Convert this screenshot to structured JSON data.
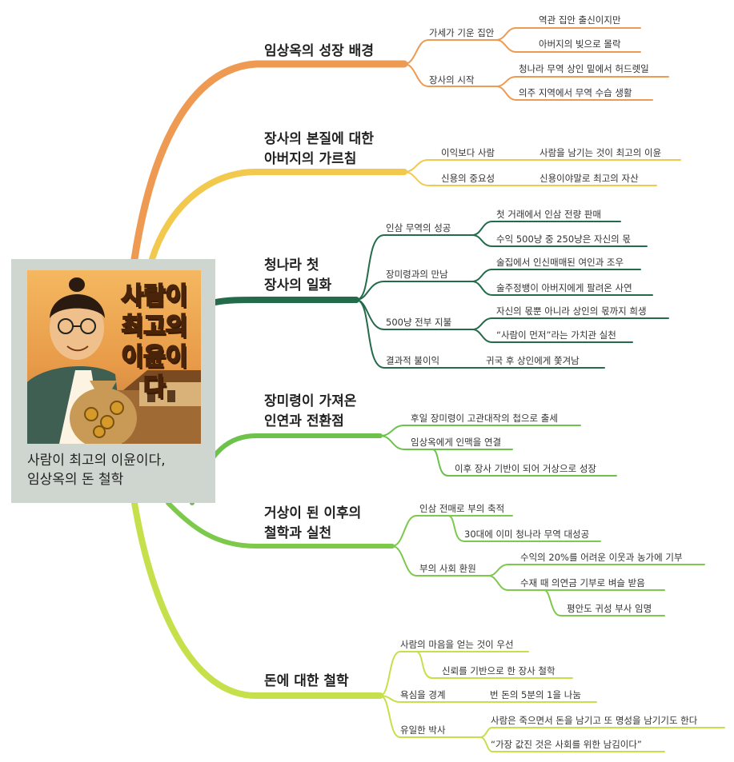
{
  "central": {
    "cover_title_lines": [
      "사람이",
      "최고의",
      "이윤이다"
    ],
    "caption_lines": [
      "사람이 최고의 이윤이다,",
      "임상옥의 돈 철학"
    ]
  },
  "colors": {
    "b1": "#ee9a52",
    "b2": "#f2c94c",
    "b3": "#236b4a",
    "b4": "#6cc24a",
    "b5": "#7cc94c",
    "b6": "#c5e04a"
  },
  "branches": [
    {
      "title_lines": [
        "임상옥의 성장 배경"
      ],
      "nodes": [
        {
          "label": "가세가 기운 집안",
          "children": [
            "역관 집안 출신이지만",
            "아버지의 빚으로 몰락"
          ]
        },
        {
          "label": "장사의 시작",
          "children": [
            "청나라 무역 상인 밑에서 허드렛일",
            "의주 지역에서 무역 수습 생활"
          ]
        }
      ]
    },
    {
      "title_lines": [
        "장사의 본질에 대한",
        "아버지의 가르침"
      ],
      "nodes": [
        {
          "label": "이익보다 사람",
          "children": [
            "사람을 남기는 것이 최고의 이윤"
          ]
        },
        {
          "label": "신용의 중요성",
          "children": [
            "신용이야말로 최고의 자산"
          ]
        }
      ]
    },
    {
      "title_lines": [
        "청나라 첫",
        "장사의 일화"
      ],
      "nodes": [
        {
          "label": "인삼 무역의 성공",
          "children": [
            "첫 거래에서 인삼 전량 판매",
            "수익 500냥 중 250냥은 자신의 몫"
          ]
        },
        {
          "label": "장미령과의 만남",
          "children": [
            "술집에서 인신매매된 여인과 조우",
            "술주정뱅이 아버지에게 팔려온 사연"
          ]
        },
        {
          "label": "500냥 전부 지불",
          "children": [
            "자신의 몫뿐 아니라 상인의 몫까지 희생",
            "“사람이 먼저”라는 가치관 실천"
          ]
        },
        {
          "label": "결과적 불이익",
          "children": [
            "귀국 후 상인에게 쫓겨남"
          ]
        }
      ]
    },
    {
      "title_lines": [
        "장미령이 가져온",
        "인연과 전환점"
      ],
      "nodes": [
        {
          "label": "후일 장미령이 고관대작의 첩으로 출세",
          "children": []
        },
        {
          "label": "임상옥에게 인맥을 연결",
          "children": [
            "이후 장사 기반이 되어 거상으로 성장"
          ]
        }
      ]
    },
    {
      "title_lines": [
        "거상이 된 이후의",
        "철학과 실천"
      ],
      "nodes": [
        {
          "label": "인삼 전매로 부의 축적",
          "children": [
            "30대에 이미 청나라 무역 대성공"
          ]
        },
        {
          "label": "부의 사회 환원",
          "children": [
            "수익의 20%를 어려운 이웃과 농가에 기부",
            "수재 때 의연금 기부로 벼슬 받음",
            "평안도 귀성 부사 임명"
          ]
        }
      ]
    },
    {
      "title_lines": [
        "돈에 대한 철학"
      ],
      "nodes": [
        {
          "label": "사람의 마음을 얻는 것이 우선",
          "children": [
            "신뢰를 기반으로 한 장사 철학"
          ]
        },
        {
          "label": "욕심을 경계",
          "children": [
            "번 돈의 5분의 1을 나눔"
          ]
        },
        {
          "label": "유일한 박사",
          "children": [
            "사람은 죽으면서 돈을 남기고 또 명성을 남기기도 한다",
            "“가장 값진 것은 사회를 위한 남김이다”"
          ]
        }
      ]
    }
  ]
}
